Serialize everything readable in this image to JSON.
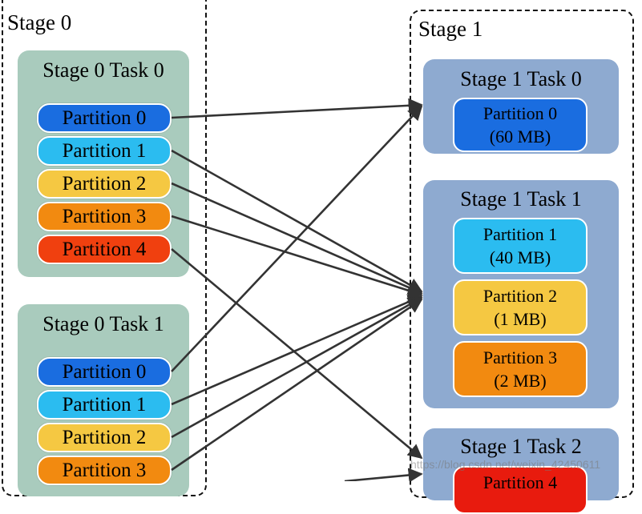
{
  "colors": {
    "stage0_task_bg": "#a9cbbd",
    "stage1_task_bg": "#8eaad0",
    "partition_0": "#1a6de0",
    "partition_1": "#2bbcf0",
    "partition_2": "#f5c842",
    "partition_3": "#f28a10",
    "partition_4": "#f0400f",
    "arrow": "#333333"
  },
  "stage0": {
    "label": "Stage 0",
    "tasks": [
      {
        "title": "Stage 0 Task 0",
        "partitions": [
          "Partition 0",
          "Partition 1",
          "Partition 2",
          "Partition 3",
          "Partition 4"
        ]
      },
      {
        "title": "Stage 0 Task 1",
        "partitions": [
          "Partition 0",
          "Partition 1",
          "Partition 2",
          "Partition 3"
        ]
      }
    ]
  },
  "stage1": {
    "label": "Stage 1",
    "tasks": [
      {
        "title": "Stage 1 Task 0",
        "partitions": [
          {
            "name": "Partition 0",
            "size": "(60 MB)"
          }
        ]
      },
      {
        "title": "Stage 1 Task 1",
        "partitions": [
          {
            "name": "Partition 1",
            "size": "(40 MB)"
          },
          {
            "name": "Partition 2",
            "size": "(1 MB)"
          },
          {
            "name": "Partition 3",
            "size": "(2 MB)"
          }
        ]
      },
      {
        "title": "Stage 1 Task 2",
        "partitions": [
          {
            "name": "Partition 4",
            "size": ""
          }
        ]
      }
    ]
  },
  "watermark": "https://blog.csdn.net/weixin_42450611"
}
